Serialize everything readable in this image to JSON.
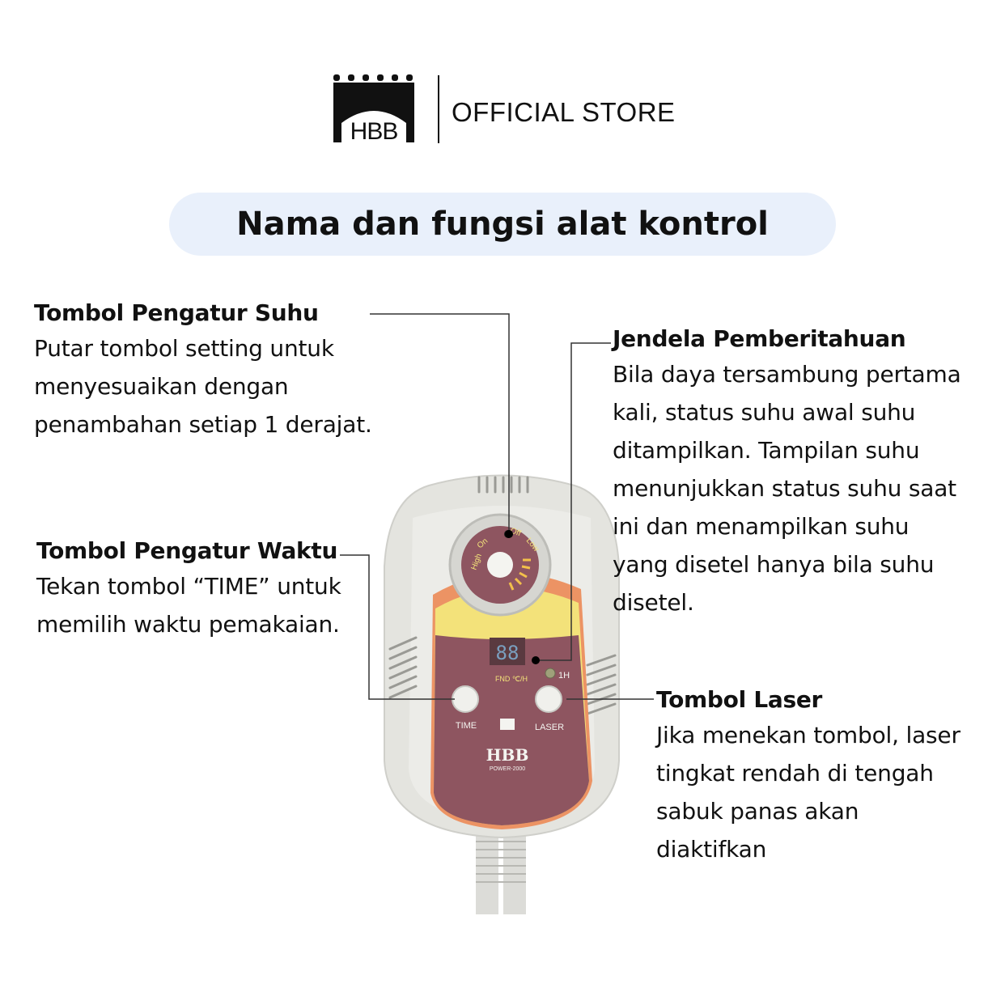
{
  "header": {
    "brand": "HBB",
    "store_label": "OFFICIAL STORE"
  },
  "title": "Nama dan fungsi alat kontrol",
  "annotations": {
    "temperature_knob": {
      "title": "Tombol Pengatur Suhu",
      "lines": [
        "Putar tombol setting untuk",
        "menyesuaikan dengan",
        "penambahan setiap 1 derajat."
      ]
    },
    "time_button": {
      "title": "Tombol Pengatur Waktu",
      "lines": [
        "Tekan tombol “TIME” untuk",
        "memilih waktu pemakaian."
      ]
    },
    "notification_window": {
      "title": "Jendela Pemberitahuan",
      "lines": [
        "Bila daya tersambung pertama",
        "kali, status suhu awal suhu",
        "ditampilkan. Tampilan suhu",
        "menunjukkan status suhu saat",
        "ini dan menampilkan suhu",
        "yang disetel hanya bila suhu",
        "disetel."
      ]
    },
    "laser_button": {
      "title": "Tombol Laser",
      "lines": [
        "Jika menekan tombol, laser",
        "tingkat rendah di tengah",
        "sabuk panas akan",
        "diaktifkan"
      ]
    }
  },
  "device": {
    "knob_labels": {
      "off": "Off",
      "on": "On",
      "high": "High",
      "low": "Low"
    },
    "display_digits": "88",
    "display_units": "FND  ℃/H",
    "indicator_label": "1H",
    "time_label": "TIME",
    "laser_label": "LASER",
    "brand": "HBB",
    "model": "POWER-2000"
  },
  "colors": {
    "title_pill": "#e9f0fb",
    "device_body": "#e4e4df",
    "panel_maroon": "#8e5560",
    "panel_yellow": "#f3e27a",
    "panel_orange": "#ec9364"
  }
}
